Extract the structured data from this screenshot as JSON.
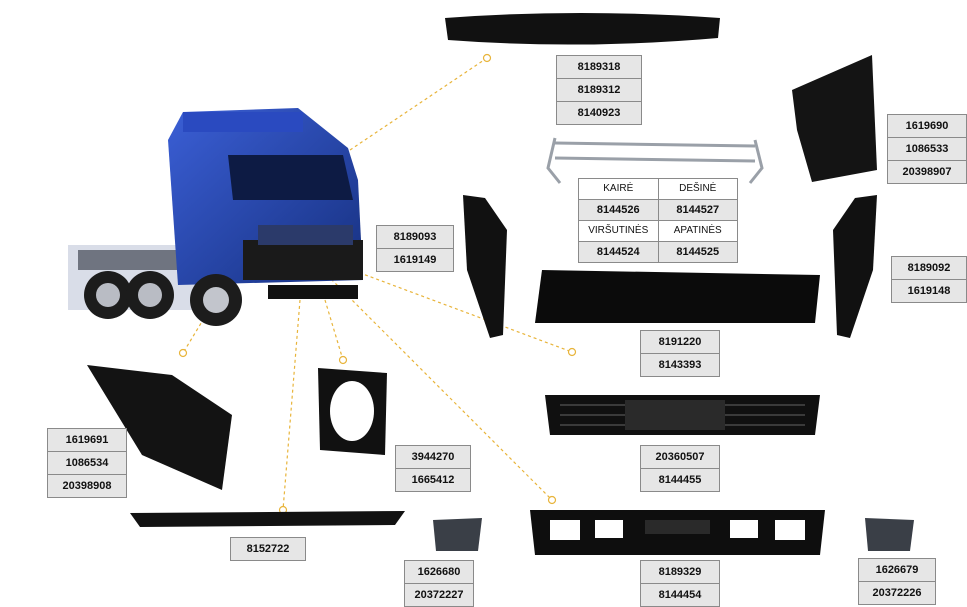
{
  "labels": {
    "windshield_visor": [
      "8189318",
      "8189312",
      "8140923"
    ],
    "upper_rear_panel_right": [
      "1619690",
      "1086533",
      "20398907"
    ],
    "sun_visor_bracket_table": {
      "left_header": "KAIRĖ",
      "right_header": "DEŠINĖ",
      "left_value": "8144526",
      "right_value": "8144527",
      "upper_header": "VIRŠUTINĖS",
      "lower_header": "APATINĖS",
      "upper_value": "8144524",
      "lower_value": "8144525"
    },
    "corner_panel_left": [
      "8189093",
      "1619149"
    ],
    "corner_panel_right": [
      "8189092",
      "1619148"
    ],
    "upper_grille": [
      "8191220",
      "8143393"
    ],
    "lower_rear_panel_left": [
      "1619691",
      "1086534",
      "20398908"
    ],
    "headlamp_frame": [
      "3944270",
      "1665412"
    ],
    "front_grille": [
      "20360507",
      "8144455"
    ],
    "front_spoiler": [
      "8152722"
    ],
    "step_left": [
      "1626680",
      "20372227"
    ],
    "bumper": [
      "8189329",
      "8144454"
    ],
    "step_right": [
      "1626679",
      "20372226"
    ]
  },
  "colors": {
    "truck_blue": "#1f3fa8",
    "part_black": "#111111",
    "leader_line": "#e8b43a",
    "cell_bg": "#e6e6e6"
  }
}
